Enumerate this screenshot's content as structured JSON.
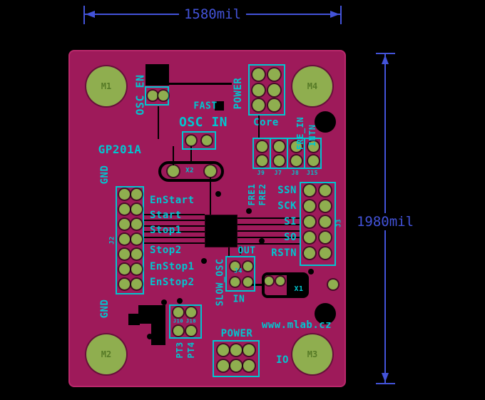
{
  "colors": {
    "background": "#000000",
    "board": "#9e1a5a",
    "board_edge": "#b9286b",
    "pad_green": "#8fae4f",
    "hole_label_green": "#567a26",
    "silkscreen_cyan": "#00c6d0",
    "dimension_blue": "#4353d9"
  },
  "dimension": {
    "width": "1580mil",
    "height": "1980mil"
  },
  "holes": {
    "m1": "M1",
    "m2": "M2",
    "m3": "M3",
    "m4": "M4"
  },
  "silk": {
    "osc_en": "OSC_EN",
    "fast": "FAST",
    "osc_in": "OSC IN",
    "power_top": "POWER",
    "core": "Core",
    "fre_in": "FRE_IN",
    "intn": "INTN",
    "part": "GP201A",
    "gnd_top": "GND",
    "gnd_bottom": "GND",
    "x2": "X2",
    "x1": "X1",
    "fre1": "FRE1",
    "fre2": "FRE2",
    "out": "OUT",
    "slow_osc": "SLOW_OSC",
    "in": "IN",
    "j4": "J4",
    "website": "www.mlab.cz",
    "power_bottom": "POWER",
    "io": "IO",
    "pt3": "PT3",
    "pt4": "PT4",
    "j2": "J2",
    "j3": "J3",
    "refs_top": [
      "J9",
      "J7",
      "J8",
      "J15"
    ],
    "refs_pt": [
      "J10",
      "J18"
    ]
  },
  "pins_left": [
    "EnStart",
    "Start",
    "Stop1",
    "Stop2",
    "EnStop1",
    "EnStop2"
  ],
  "pins_right": [
    "SSN",
    "SCK",
    "SI",
    "SO",
    "RSTN"
  ]
}
